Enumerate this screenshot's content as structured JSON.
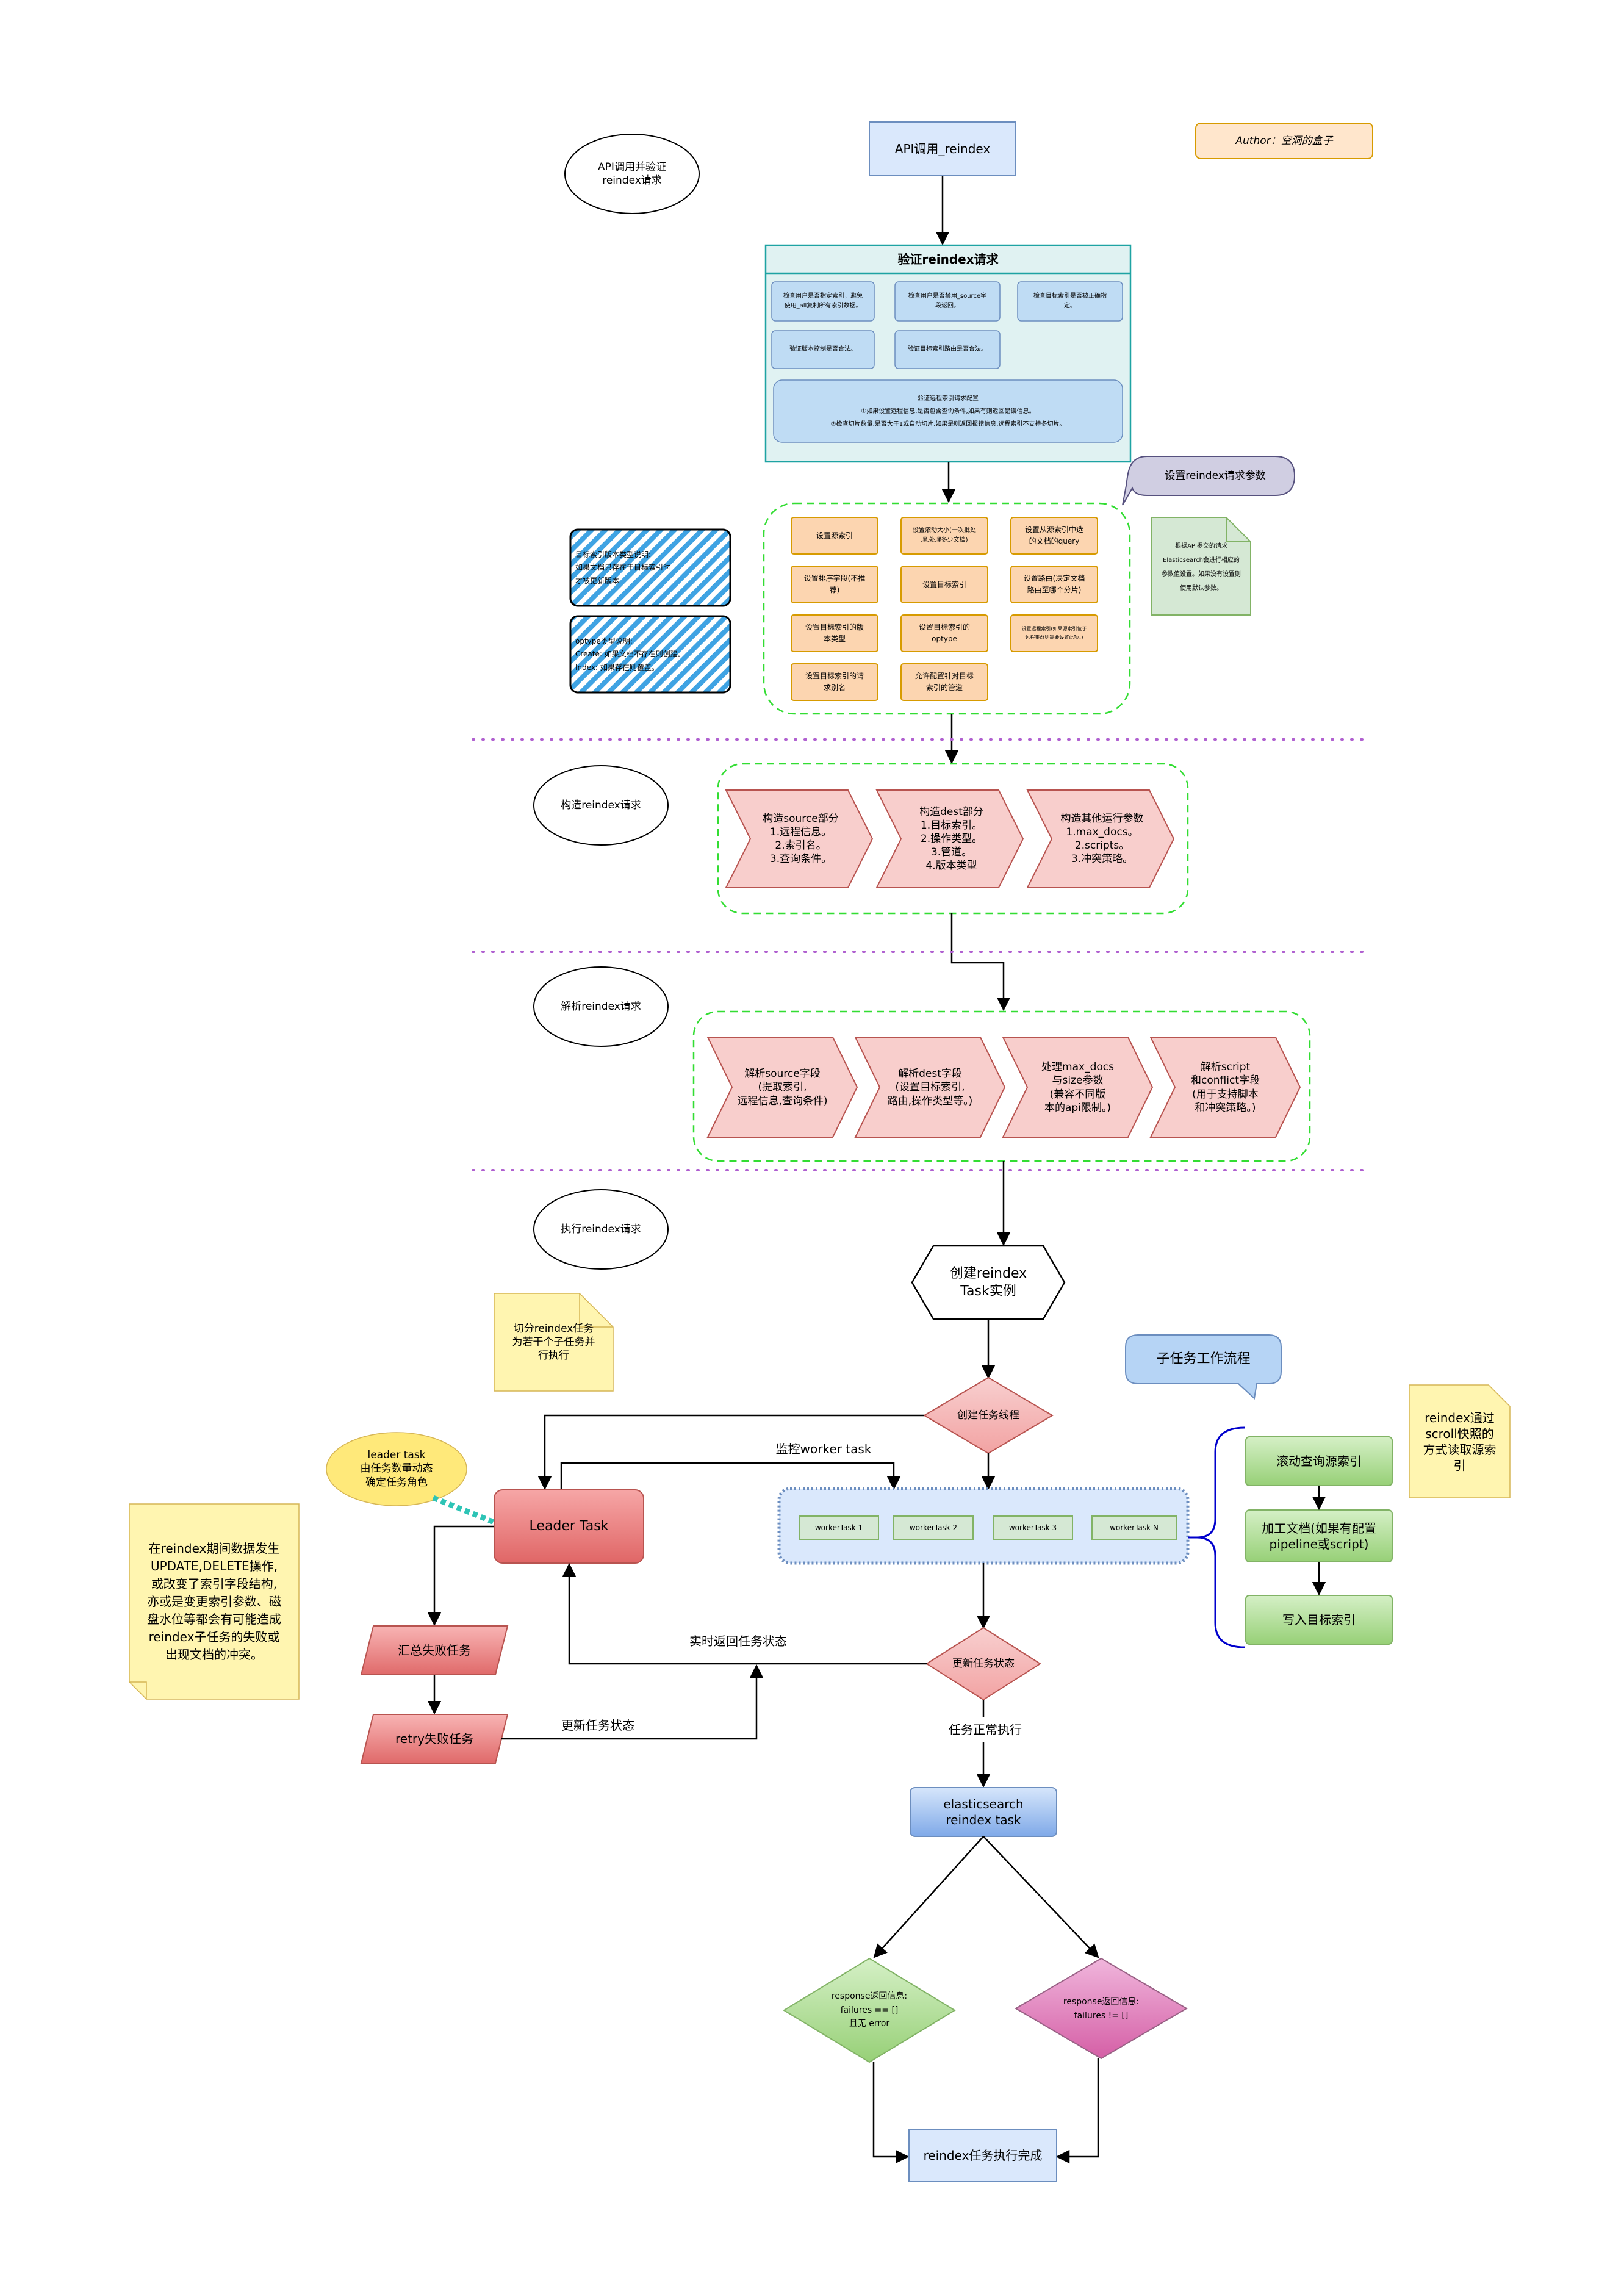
{
  "author": "Author：空洞的盒子",
  "api_node": "API调用_reindex",
  "clouds": {
    "api_call": "API调用并验证\nreindex请求",
    "build": "构造reindex请求",
    "parse": "解析reindex请求",
    "execute": "执行reindex请求",
    "leader": "leader task\n由任务数量动态\n确定任务角色"
  },
  "validate": {
    "title": "验证reindex请求",
    "checks": [
      "检查用户是否指定索引，避免\n使用_all复制所有索引数据。",
      "检查用户是否禁用_source字\n段返回。",
      "检查目标索引是否被正确指\n定。",
      "验证版本控制是否合法。",
      "验证目标索引路由是否合法。"
    ],
    "remote": "验证远程索引请求配置\n①如果设置远程信息,是否包含查询条件,如果有则返回错误信息。\n②检查切片数量,是否大于1或自动切片,如果是则返回报错信息,远程索引不支持多切片。"
  },
  "params_callout": "设置reindex请求参数",
  "params": [
    "设置源索引",
    "设置滚动大小(一次批处\n理,处理多少文档)",
    "设置从源索引中选\n的文档的query",
    "设置排序字段(不推\n荐)",
    "设置目标索引",
    "设置路由(决定文档\n路由至哪个分片)",
    "设置目标索引的版\n本类型",
    "设置目标索引的\noptype",
    "设置远程索引(如果源索引位于\n远程集群则需要设置此项。)",
    "设置目标索引的请\n求别名",
    "允许配置针对目标\n索引的管道"
  ],
  "params_note": "根据API提交的请求\nElasticsearch会进行相应的\n参数值设置。如果没有设置则\n使用默认参数。",
  "hatch_notes": [
    "目标索引版本类型说明:\n如果文档只存在于目标索引时\n才被更新版本",
    "optype类型说明:\nCreate: 如果文档不存在则创建。\nIndex: 如果存在则覆盖。"
  ],
  "build_steps": [
    "构造source部分\n1.远程信息。\n2.索引名。\n3.查询条件。",
    "构造dest部分\n1.目标索引。\n2.操作类型。\n3.管道。\n4.版本类型",
    "构造其他运行参数\n1.max_docs。\n2.scripts。\n3.冲突策略。"
  ],
  "parse_steps": [
    "解析source字段\n(提取索引,\n远程信息,查询条件)",
    "解析dest字段\n(设置目标索引,\n路由,操作类型等。)",
    "处理max_docs\n与size参数\n(兼容不同版\n本的api限制。)",
    "解析script\n和conflict字段\n(用于支持脚本\n和冲突策略。)"
  ],
  "create_task": "创建reindex\nTask实例",
  "split_note": "切分reindex任务\n为若干个子任务并\n行执行",
  "create_thread": "创建任务线程",
  "monitor_label": "监控worker task",
  "leader_task": "Leader Task",
  "workers": [
    "workerTask 1",
    "workerTask 2",
    "workerTask 3",
    "workerTask N"
  ],
  "subtask_callout": "子任务工作流程",
  "subtask_steps": [
    "滚动查询源索引",
    "加工文档(如果有配置\npipeline或script)",
    "写入目标索引"
  ],
  "scroll_note": "reindex通过\nscroll快照的\n方式读取源索\n引",
  "update_state": "更新任务状态",
  "realtime_label": "实时返回任务状态",
  "update_label": "更新任务状态",
  "summarize_failed": "汇总失败任务",
  "retry_failed": "retry失败任务",
  "failure_note": "在reindex期间数据发生\nUPDATE,DELETE操作,\n或改变了索引字段结构,\n亦或是变更索引参数、磁\n盘水位等都会有可能造成\nreindex子任务的失败或\n出现文档的冲突。",
  "normal_label": "任务正常执行",
  "es_task": "elasticsearch\nreindex task",
  "success_diamond": "response返回信息:\nfailures == []\n且无 error",
  "fail_diamond": "response返回信息:\nfailures != []",
  "done": "reindex任务执行完成",
  "colors": {
    "validate_fill": "#e0f2f2",
    "validate_border": "#1ea3a3",
    "check_fill": "#bfdcf4",
    "param_fill": "#fcd5b0",
    "param_border": "#d79b00",
    "chevron_fill": "#f8cecc",
    "chevron_border": "#b85450",
    "dashed_green": "#33dd33",
    "api_fill": "#dae8fc",
    "note_yellow": "#fff5b0",
    "leader_fill": "#e06666",
    "worker_fill": "#dae8fc",
    "worker_task_fill": "#d5e8d4",
    "subtask_fill": "#a8d88d",
    "es_fill": "#8eb3e8",
    "success_fill": "#a3d98c",
    "fail_fill": "#e07fb8",
    "callout_blue": "#b6d4f5",
    "callout_purple": "#d0cee2",
    "divider_purple": "#b060d0"
  }
}
